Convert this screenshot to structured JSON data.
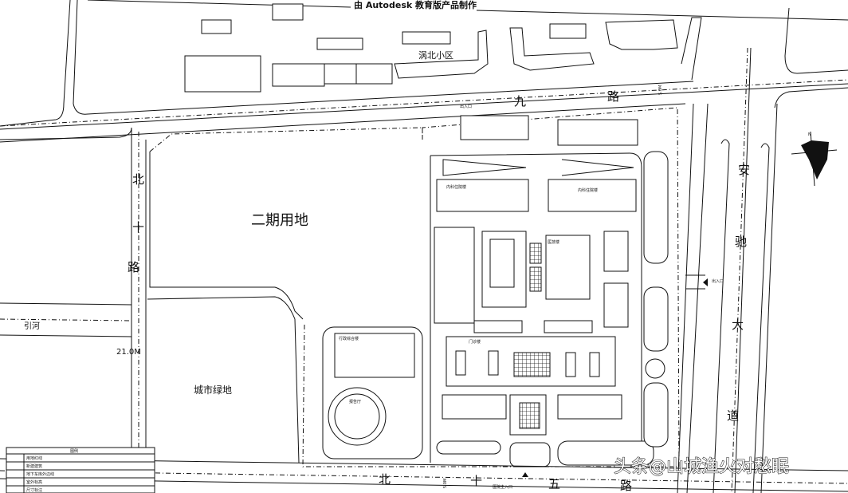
{
  "header": {
    "watermark_top": "由 Autodesk 教育版产品制作"
  },
  "areas": {
    "phase2": "二期用地",
    "green": "城市绿地",
    "community": "涡北小区",
    "river": "引河"
  },
  "roads": {
    "top": [
      "九",
      "路"
    ],
    "left": [
      "北",
      "十",
      "路"
    ],
    "right": [
      "安",
      "驰",
      "大",
      "道"
    ],
    "bottom": [
      "北",
      "十",
      "五",
      "路"
    ],
    "width_left": "21.0M",
    "width_bottom": "5.0M",
    "width_top": "5.0M"
  },
  "entrances": {
    "top": "出入口",
    "bottom": "医院主入口",
    "right": "出入口"
  },
  "buildings": {
    "north_left": "内科住院楼",
    "north_right": "内科住院楼",
    "center": "医技楼",
    "clinic": "门诊楼",
    "admin": "行政综合楼",
    "hall": "报告厅"
  },
  "compass": {
    "north_label": "N"
  },
  "legend": {
    "title": "图例",
    "items": [
      "用地红线",
      "新建建筑",
      "地下车库外边线",
      "室外标高",
      "尺寸标注"
    ]
  },
  "watermark": "头条@山城渔火对愁眠"
}
